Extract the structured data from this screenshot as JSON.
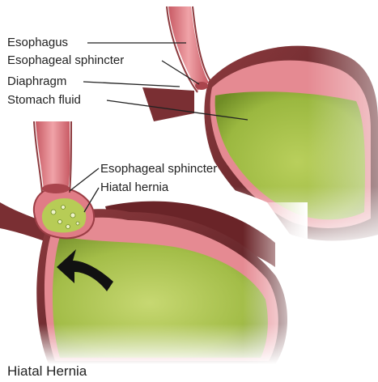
{
  "labels": {
    "esophagus": "Esophagus",
    "sphincter_top": "Esophageal sphincter",
    "diaphragm": "Diaphragm",
    "stomach_fluid": "Stomach fluid",
    "sphincter_bottom": "Esophageal sphincter",
    "hiatal_hernia": "Hiatal hernia"
  },
  "caption": "Hiatal Hernia",
  "colors": {
    "tissue_pink": "#e58a92",
    "muscle_dark": "#6e2a2e",
    "fluid_green": "#a9c24a",
    "arrow_black": "#111111"
  }
}
